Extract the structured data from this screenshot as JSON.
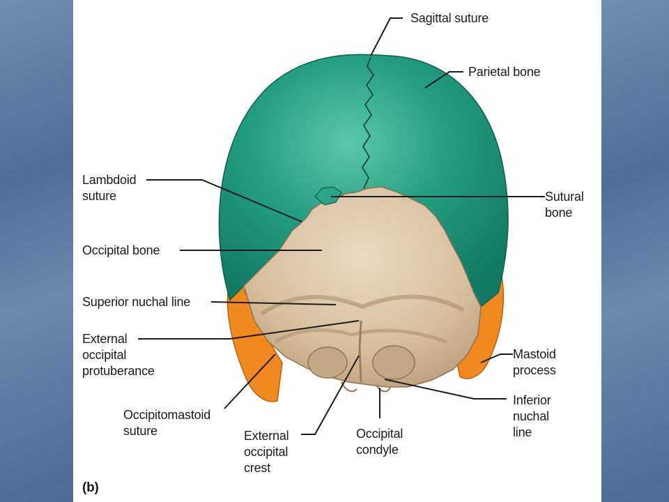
{
  "figure": {
    "panel_label": "(b)",
    "labels": {
      "sagittal_suture": "Sagittal suture",
      "parietal_bone": "Parietal bone",
      "lambdoid_suture": "Lambdoid\nsuture",
      "sutural_bone": "Sutural\nbone",
      "occipital_bone": "Occipital bone",
      "superior_nuchal_line": "Superior nuchal line",
      "external_occipital_protuberance": "External\noccipital\nprotuberance",
      "mastoid_process": "Mastoid\nprocess",
      "inferior_nuchal_line": "Inferior\nnuchal\nline",
      "occipitomastoid_suture": "Occipitomastoid\nsuture",
      "external_occipital_crest": "External\noccipital\ncrest",
      "occipital_condyle": "Occipital\ncondyle"
    },
    "colors": {
      "parietal": "#1f9a7c",
      "occipital": "#d9c2a3",
      "temporal": "#f08a1e",
      "background_side": "#5b7aa3"
    }
  }
}
